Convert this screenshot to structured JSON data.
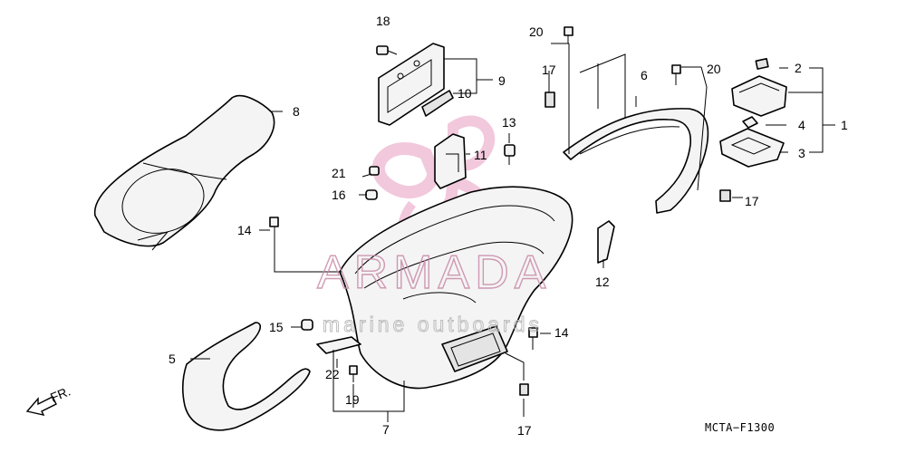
{
  "diagram_code": "MCTA−F1300",
  "direction_marker": "FR.",
  "watermark": {
    "brand": "ARMADA",
    "tagline": "marine outboards",
    "logo_color": "#e89cc0"
  },
  "callouts": {
    "c1": "1",
    "c2": "2",
    "c3": "3",
    "c4": "4",
    "c5": "5",
    "c6": "6",
    "c7": "7",
    "c8": "8",
    "c9": "9",
    "c10": "10",
    "c11": "11",
    "c12": "12",
    "c13": "13",
    "c14a": "14",
    "c14b": "14",
    "c15": "15",
    "c16": "16",
    "c17a": "17",
    "c17b": "17",
    "c17c": "17",
    "c18": "18",
    "c19": "19",
    "c20a": "20",
    "c20b": "20",
    "c21": "21",
    "c22": "22"
  }
}
